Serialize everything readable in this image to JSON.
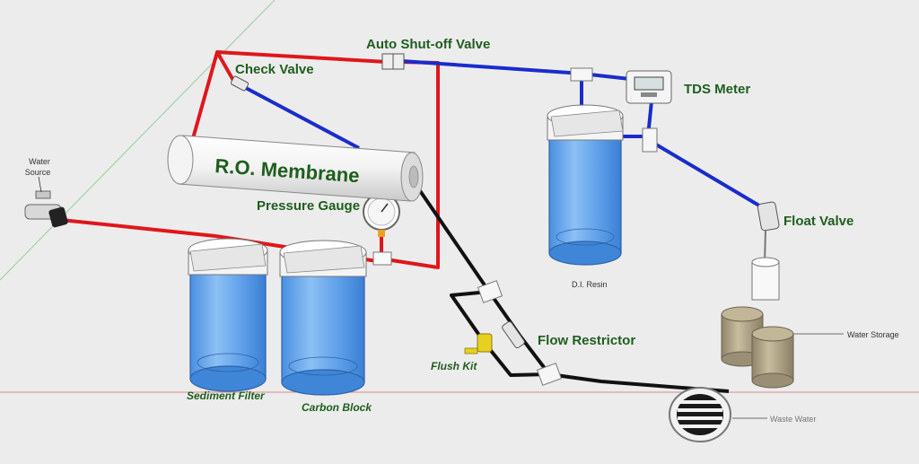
{
  "labels": {
    "water_source_line1": "Water",
    "water_source_line2": "Source",
    "auto_shutoff_valve": "Auto Shut-off Valve",
    "check_valve": "Check Valve",
    "ro_membrane": "R.O. Membrane",
    "pressure_gauge": "Pressure Gauge",
    "tds_meter": "TDS Meter",
    "float_valve": "Float Valve",
    "di_resin": "D.I. Resin",
    "flow_restrictor": "Flow Restrictor",
    "flush_kit": "Flush Kit",
    "sediment_filter": "Sediment Filter",
    "carbon_block": "Carbon Block",
    "water_storage": "Water Storage",
    "waste_water": "Waste Water"
  },
  "colors": {
    "background": "#ececec",
    "feed_line": "#e0161b",
    "product_line": "#1a2ccc",
    "waste_line": "#111111",
    "canister_water": "#5d9ee8",
    "label_text": "#1e5e1e",
    "pressure_tap": "#f0a020",
    "flush_kit": "#e8d020",
    "storage_drum": "#b5a888"
  }
}
